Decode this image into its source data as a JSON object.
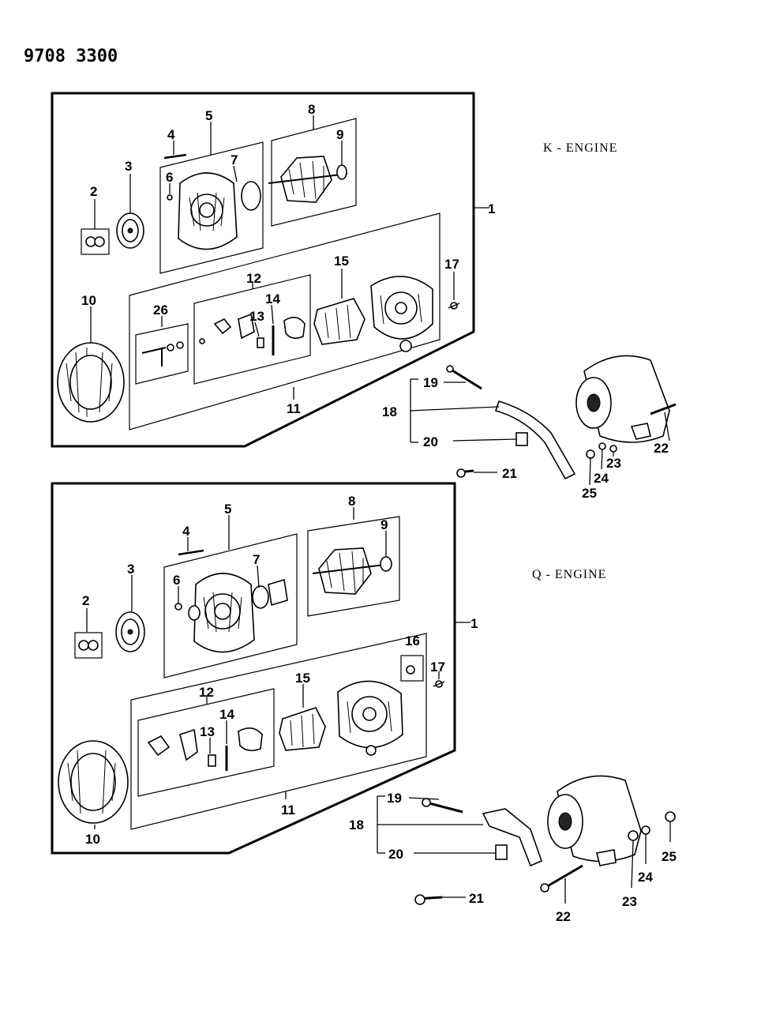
{
  "doc_number": "9708 3300",
  "k_engine_label": "K - ENGINE",
  "q_engine_label": "Q - ENGINE",
  "k": {
    "n1": "1",
    "n2": "2",
    "n3": "3",
    "n4": "4",
    "n5": "5",
    "n6": "6",
    "n7": "7",
    "n8": "8",
    "n9": "9",
    "n10": "10",
    "n11": "11",
    "n12": "12",
    "n13": "13",
    "n14": "14",
    "n15": "15",
    "n17": "17",
    "n26": "26",
    "n18": "18",
    "n19": "19",
    "n20": "20",
    "n21": "21",
    "n22": "22",
    "n23": "23",
    "n24": "24",
    "n25": "25"
  },
  "q": {
    "n1": "1",
    "n2": "2",
    "n3": "3",
    "n4": "4",
    "n5": "5",
    "n6": "6",
    "n7": "7",
    "n8": "8",
    "n9": "9",
    "n10": "10",
    "n11": "11",
    "n12": "12",
    "n13": "13",
    "n14": "14",
    "n15": "15",
    "n16": "16",
    "n17": "17",
    "n18": "18",
    "n19": "19",
    "n20": "20",
    "n21": "21",
    "n22": "22",
    "n23": "23",
    "n24": "24",
    "n25": "25"
  }
}
